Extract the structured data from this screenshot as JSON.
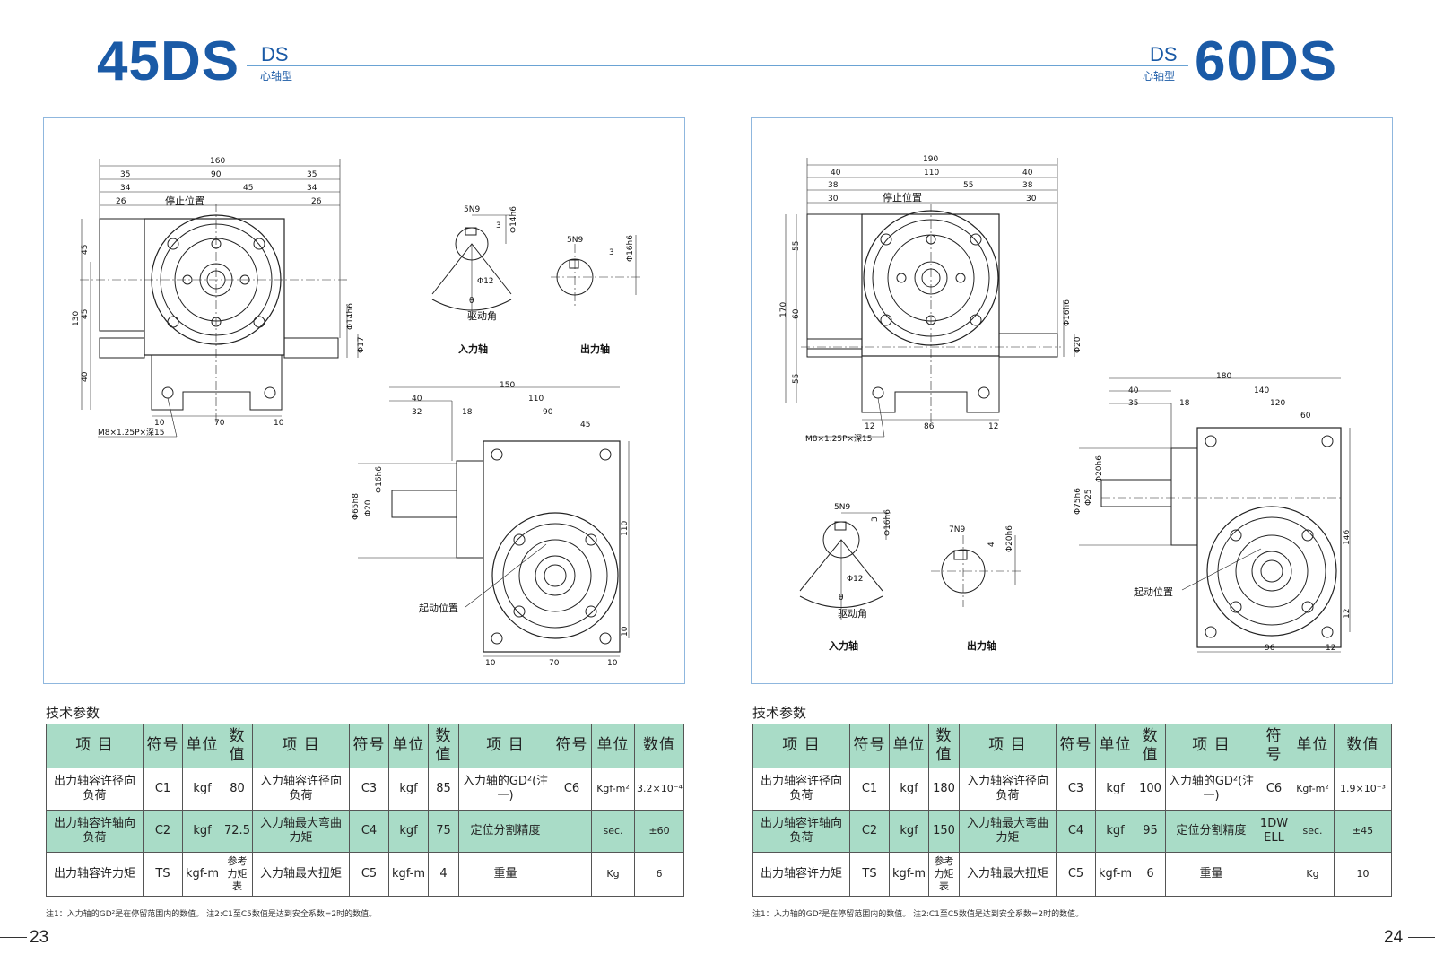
{
  "left": {
    "model": "45DS",
    "code": "DS",
    "subtitle": "心轴型",
    "section_label": "技术参数",
    "page_number": "23",
    "drawing": {
      "top": {
        "overall": "160",
        "d35a": "35",
        "d90": "90",
        "d35b": "35",
        "d34a": "34",
        "d45": "45",
        "d34b": "34",
        "d26a": "26",
        "d26b": "26",
        "stop_pos": "停止位置",
        "v45a": "45",
        "v130": "130",
        "v45b": "45",
        "v40": "40",
        "shaft": "Φ14h6",
        "shaft2": "Φ17",
        "b10a": "10",
        "b70": "70",
        "b10b": "10",
        "bolt": "M8×1.25P×深15"
      },
      "input": {
        "key": "5N9",
        "k3": "3",
        "shaft": "Φ14h6",
        "ang": "Φ12",
        "theta": "θ",
        "drive_angle": "驱动角",
        "label": "入力轴"
      },
      "output": {
        "key": "5N9",
        "k3": "3",
        "shaft": "Φ16h6",
        "label": "出力轴"
      },
      "side": {
        "overall": "150",
        "d40": "40",
        "d110": "110",
        "d32": "32",
        "d18": "18",
        "d90": "90",
        "d45": "45",
        "v65": "Φ65h8",
        "v20": "Φ20",
        "v16": "Φ16h6",
        "v110": "110",
        "v10": "10",
        "start_pos": "起动位置",
        "b10a": "10",
        "b70": "70",
        "b10b": "10"
      }
    },
    "table": {
      "headers": [
        "项 目",
        "符号",
        "单位",
        "数值",
        "项 目",
        "符号",
        "单位",
        "数值",
        "项 目",
        "符号",
        "单位",
        "数值"
      ],
      "rows": [
        [
          "出力轴容许径向负荷",
          "C1",
          "kgf",
          "80",
          "入力轴容许径向负荷",
          "C3",
          "kgf",
          "85",
          "入力轴的GD²(注一)",
          "C6",
          "Kgf-m²",
          "3.2×10⁻⁴"
        ],
        [
          "出力轴容许轴向负荷",
          "C2",
          "kgf",
          "72.5",
          "入力轴最大弯曲力矩",
          "C4",
          "kgf",
          "75",
          "定位分割精度",
          "",
          "sec.",
          "±60"
        ],
        [
          "出力轴容许力矩",
          "TS",
          "kgf-m",
          "参考力矩表",
          "入力轴最大扭矩",
          "C5",
          "kgf-m",
          "4",
          "重量",
          "",
          "Kg",
          "6"
        ]
      ]
    },
    "note": "注1：入力轴的GD²是在停留范围内的数值。  注2:C1至C5数值是达到安全系数=2时的数值。"
  },
  "right": {
    "model": "60DS",
    "code": "DS",
    "subtitle": "心轴型",
    "section_label": "技术参数",
    "page_number": "24",
    "drawing": {
      "top": {
        "overall": "190",
        "d40a": "40",
        "d110": "110",
        "d40b": "40",
        "d38a": "38",
        "d55": "55",
        "d38b": "38",
        "d30a": "30",
        "d30b": "30",
        "stop_pos": "停止位置",
        "v55a": "55",
        "v170": "170",
        "v60": "60",
        "v55b": "55",
        "shaft": "Φ16h6",
        "shaft2": "Φ20",
        "b12a": "12",
        "b86": "86",
        "b12b": "12",
        "bolt": "M8×1.25P×深15"
      },
      "input": {
        "key": "5N9",
        "k3": "3",
        "shaft": "Φ16h6",
        "ang": "Φ12",
        "theta": "θ",
        "drive_angle": "驱动角",
        "label": "入力轴"
      },
      "output": {
        "key": "7N9",
        "k4": "4",
        "shaft": "Φ20h6",
        "label": "出力轴"
      },
      "side": {
        "overall": "180",
        "d40": "40",
        "d140": "140",
        "d35": "35",
        "d18": "18",
        "d120": "120",
        "d60": "60",
        "v75": "Φ75h6",
        "v25": "Φ25",
        "v20": "Φ20h6",
        "v146": "146",
        "v12": "12",
        "start_pos": "起动位置",
        "b96": "96",
        "b12": "12"
      }
    },
    "table": {
      "headers": [
        "项 目",
        "符号",
        "单位",
        "数值",
        "项 目",
        "符号",
        "单位",
        "数值",
        "项 目",
        "符号",
        "单位",
        "数值"
      ],
      "rows": [
        [
          "出力轴容许径向负荷",
          "C1",
          "kgf",
          "180",
          "入力轴容许径向负荷",
          "C3",
          "kgf",
          "100",
          "入力轴的GD²(注一)",
          "C6",
          "Kgf-m²",
          "1.9×10⁻³"
        ],
        [
          "出力轴容许轴向负荷",
          "C2",
          "kgf",
          "150",
          "入力轴最大弯曲力矩",
          "C4",
          "kgf",
          "95",
          "定位分割精度",
          "1DWELL",
          "sec.",
          "±45"
        ],
        [
          "出力轴容许力矩",
          "TS",
          "kgf-m",
          "参考力矩表",
          "入力轴最大扭矩",
          "C5",
          "kgf-m",
          "6",
          "重量",
          "",
          "Kg",
          "10"
        ]
      ]
    },
    "note": "注1：入力轴的GD²是在停留范围内的数值。  注2:C1至C5数值是达到安全系数=2时的数值。"
  }
}
